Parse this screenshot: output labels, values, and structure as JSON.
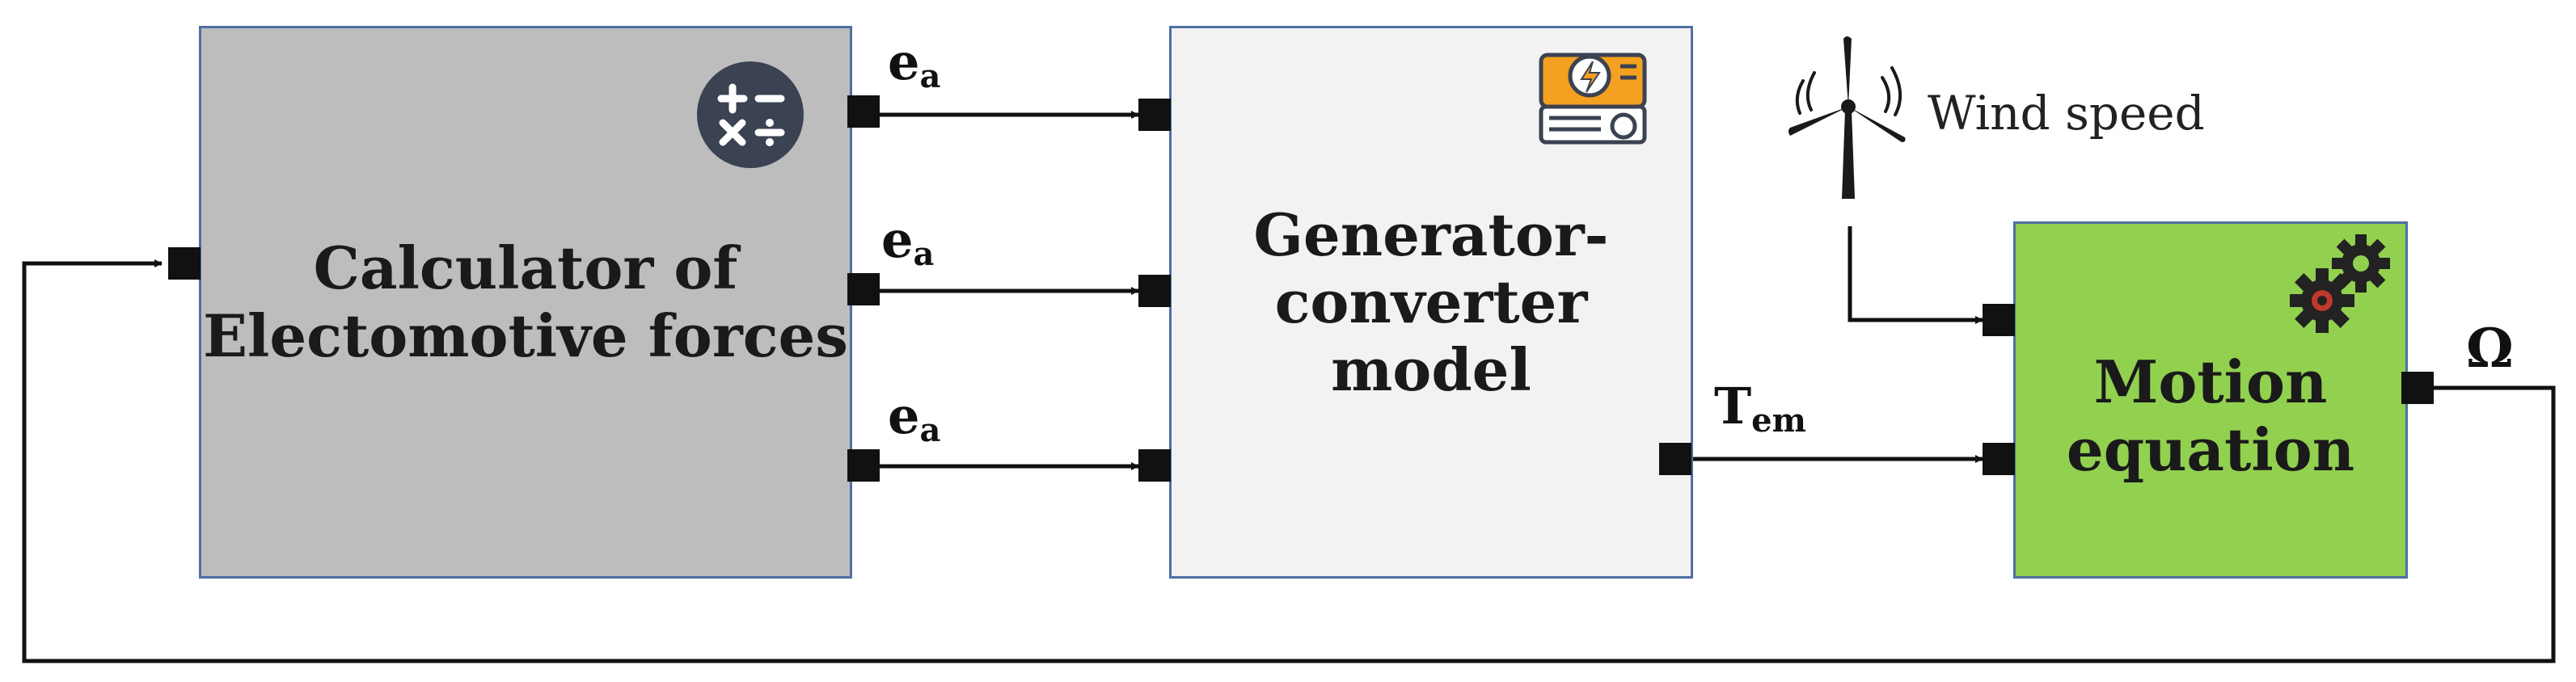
{
  "blocks": {
    "calculator": {
      "title": "Calculator of\nElectomotive forces",
      "fill": "#bdbdbd"
    },
    "generator": {
      "title": "Generator-\nconverter\nmodel",
      "fill": "#f2f2f2"
    },
    "motion": {
      "title": "Motion\nequation",
      "fill": "#92d050"
    }
  },
  "signals": {
    "ea_base": "e",
    "ea_sub": "a",
    "tem_base": "T",
    "tem_sub": "em",
    "omega": "Ω"
  },
  "wind_label": "Wind speed",
  "icons": {
    "calculator": "calculator-icon",
    "generator": "generator-icon",
    "motion": "gears-icon",
    "wind": "wind-turbine-icon"
  },
  "colors": {
    "line": "#111111",
    "border": "#4f6fa3",
    "icon_dark": "#3b4252",
    "generator_orange": "#f4a020",
    "gear_red": "#c0392b"
  }
}
